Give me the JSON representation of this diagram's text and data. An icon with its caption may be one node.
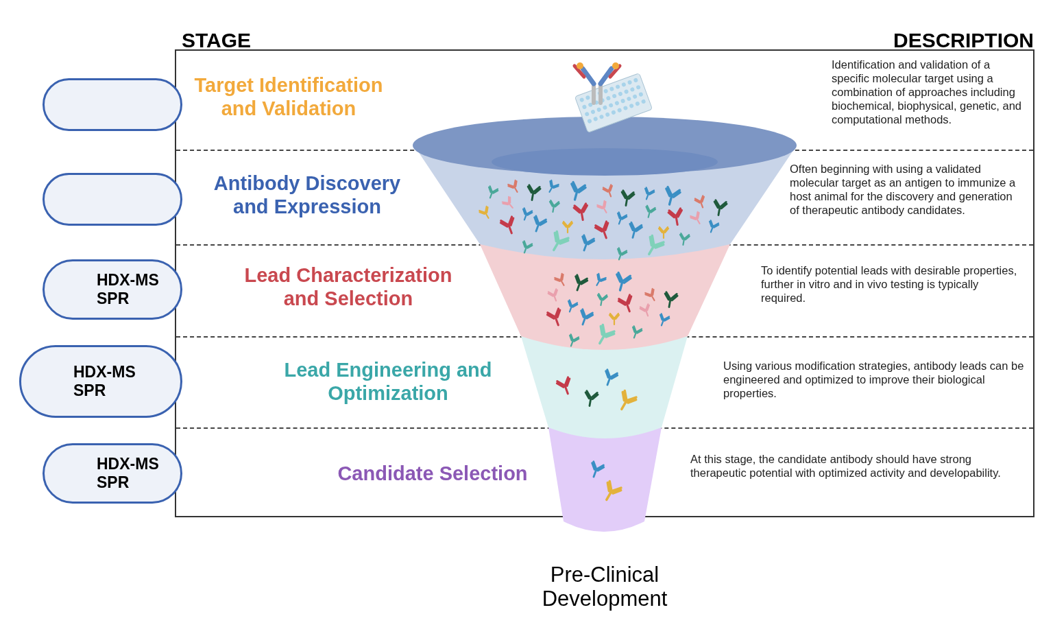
{
  "diagram": {
    "nodes": [
      {
        "text": [],
        "shape": "box"
      },
      {
        "text": [],
        "shape": "box"
      },
      {
        "text": [
          "HDX-MS",
          "SPR"
        ]
      },
      {
        "text": [
          "HDX-MS",
          "SPR"
        ]
      },
      {
        "text": [
          "HDX-MS",
          "SPR"
        ]
      }
    ],
    "labels": [
      "STAGE",
      "DESCRIPTION",
      "Target Identification and Validation",
      "Identification and validation of a specific molecular target using a combination of approaches including biochemical, biophysical, genetic, and computational methods.",
      "Antibody Discovery and Expression",
      "Often beginning with using a validated molecular target as an antigen to immunize a host animal for the discovery and generation of therapeutic antibody candidates.",
      "Lead Characterization and Selection",
      "To identify potential leads with desirable properties, further in vitro and in vivo testing is typically required.",
      "Lead Engineering and Optimization",
      "Using various modification strategies, antibody leads can be engineered and optimized to improve their biological properties.",
      "Candidate Selection",
      "At this stage, the candidate antibody should have strong therapeutic potential with optimized activity and developability.",
      "Pre-Clinical Development"
    ]
  }
}
